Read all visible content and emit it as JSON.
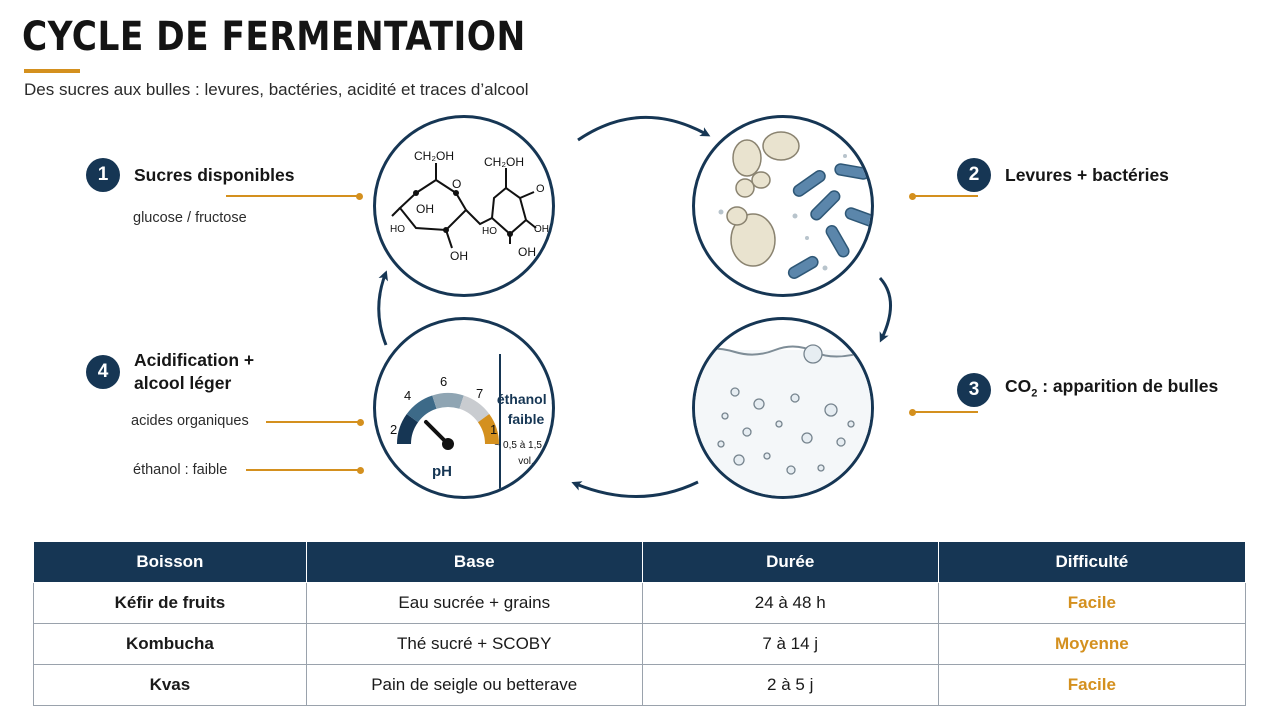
{
  "title": "CYCLE DE FERMENTATION",
  "subtitle": "Des sucres aux bulles : levures, bactéries, acidité et traces d’alcool",
  "colors": {
    "navy": "#163654",
    "accent": "#d4901e"
  },
  "steps": [
    {
      "number": "1",
      "label": "Sucres disponibles",
      "sublabels": [
        "glucose / fructose"
      ]
    },
    {
      "number": "2",
      "label": "Levures + bactéries",
      "sublabels": []
    },
    {
      "number": "3",
      "label_prefix": "CO",
      "label_sub": "2",
      "label_rest": " : apparition de bulles",
      "sublabels": []
    },
    {
      "number": "4",
      "label_line1": "Acidification +",
      "label_line2": "alcool léger",
      "sublabels": [
        "acides organiques",
        "éthanol : faible"
      ]
    }
  ],
  "molecule": {
    "ch2oh": "CH₂OH",
    "o": "O",
    "oh": "OH",
    "ho": "HO"
  },
  "gauge": {
    "ticks": [
      "2",
      "4",
      "6",
      "7",
      "1"
    ],
    "label": "pH",
    "ethanol_line1": "éthanol :",
    "ethanol_line2": "faible",
    "ethanol_note_line1": "~ 0,5 à 1,5 %",
    "ethanol_note_line2": "vol."
  },
  "table": {
    "headers": [
      "Boisson",
      "Base",
      "Durée",
      "Difficulté"
    ],
    "rows": [
      [
        "Kéfir de fruits",
        "Eau sucrée + grains",
        "24 à 48 h",
        "Facile"
      ],
      [
        "Kombucha",
        "Thé sucré + SCOBY",
        "7 à 14 j",
        "Moyenne"
      ],
      [
        "Kvas",
        "Pain de seigle ou betterave",
        "2 à 5 j",
        "Facile"
      ]
    ]
  }
}
